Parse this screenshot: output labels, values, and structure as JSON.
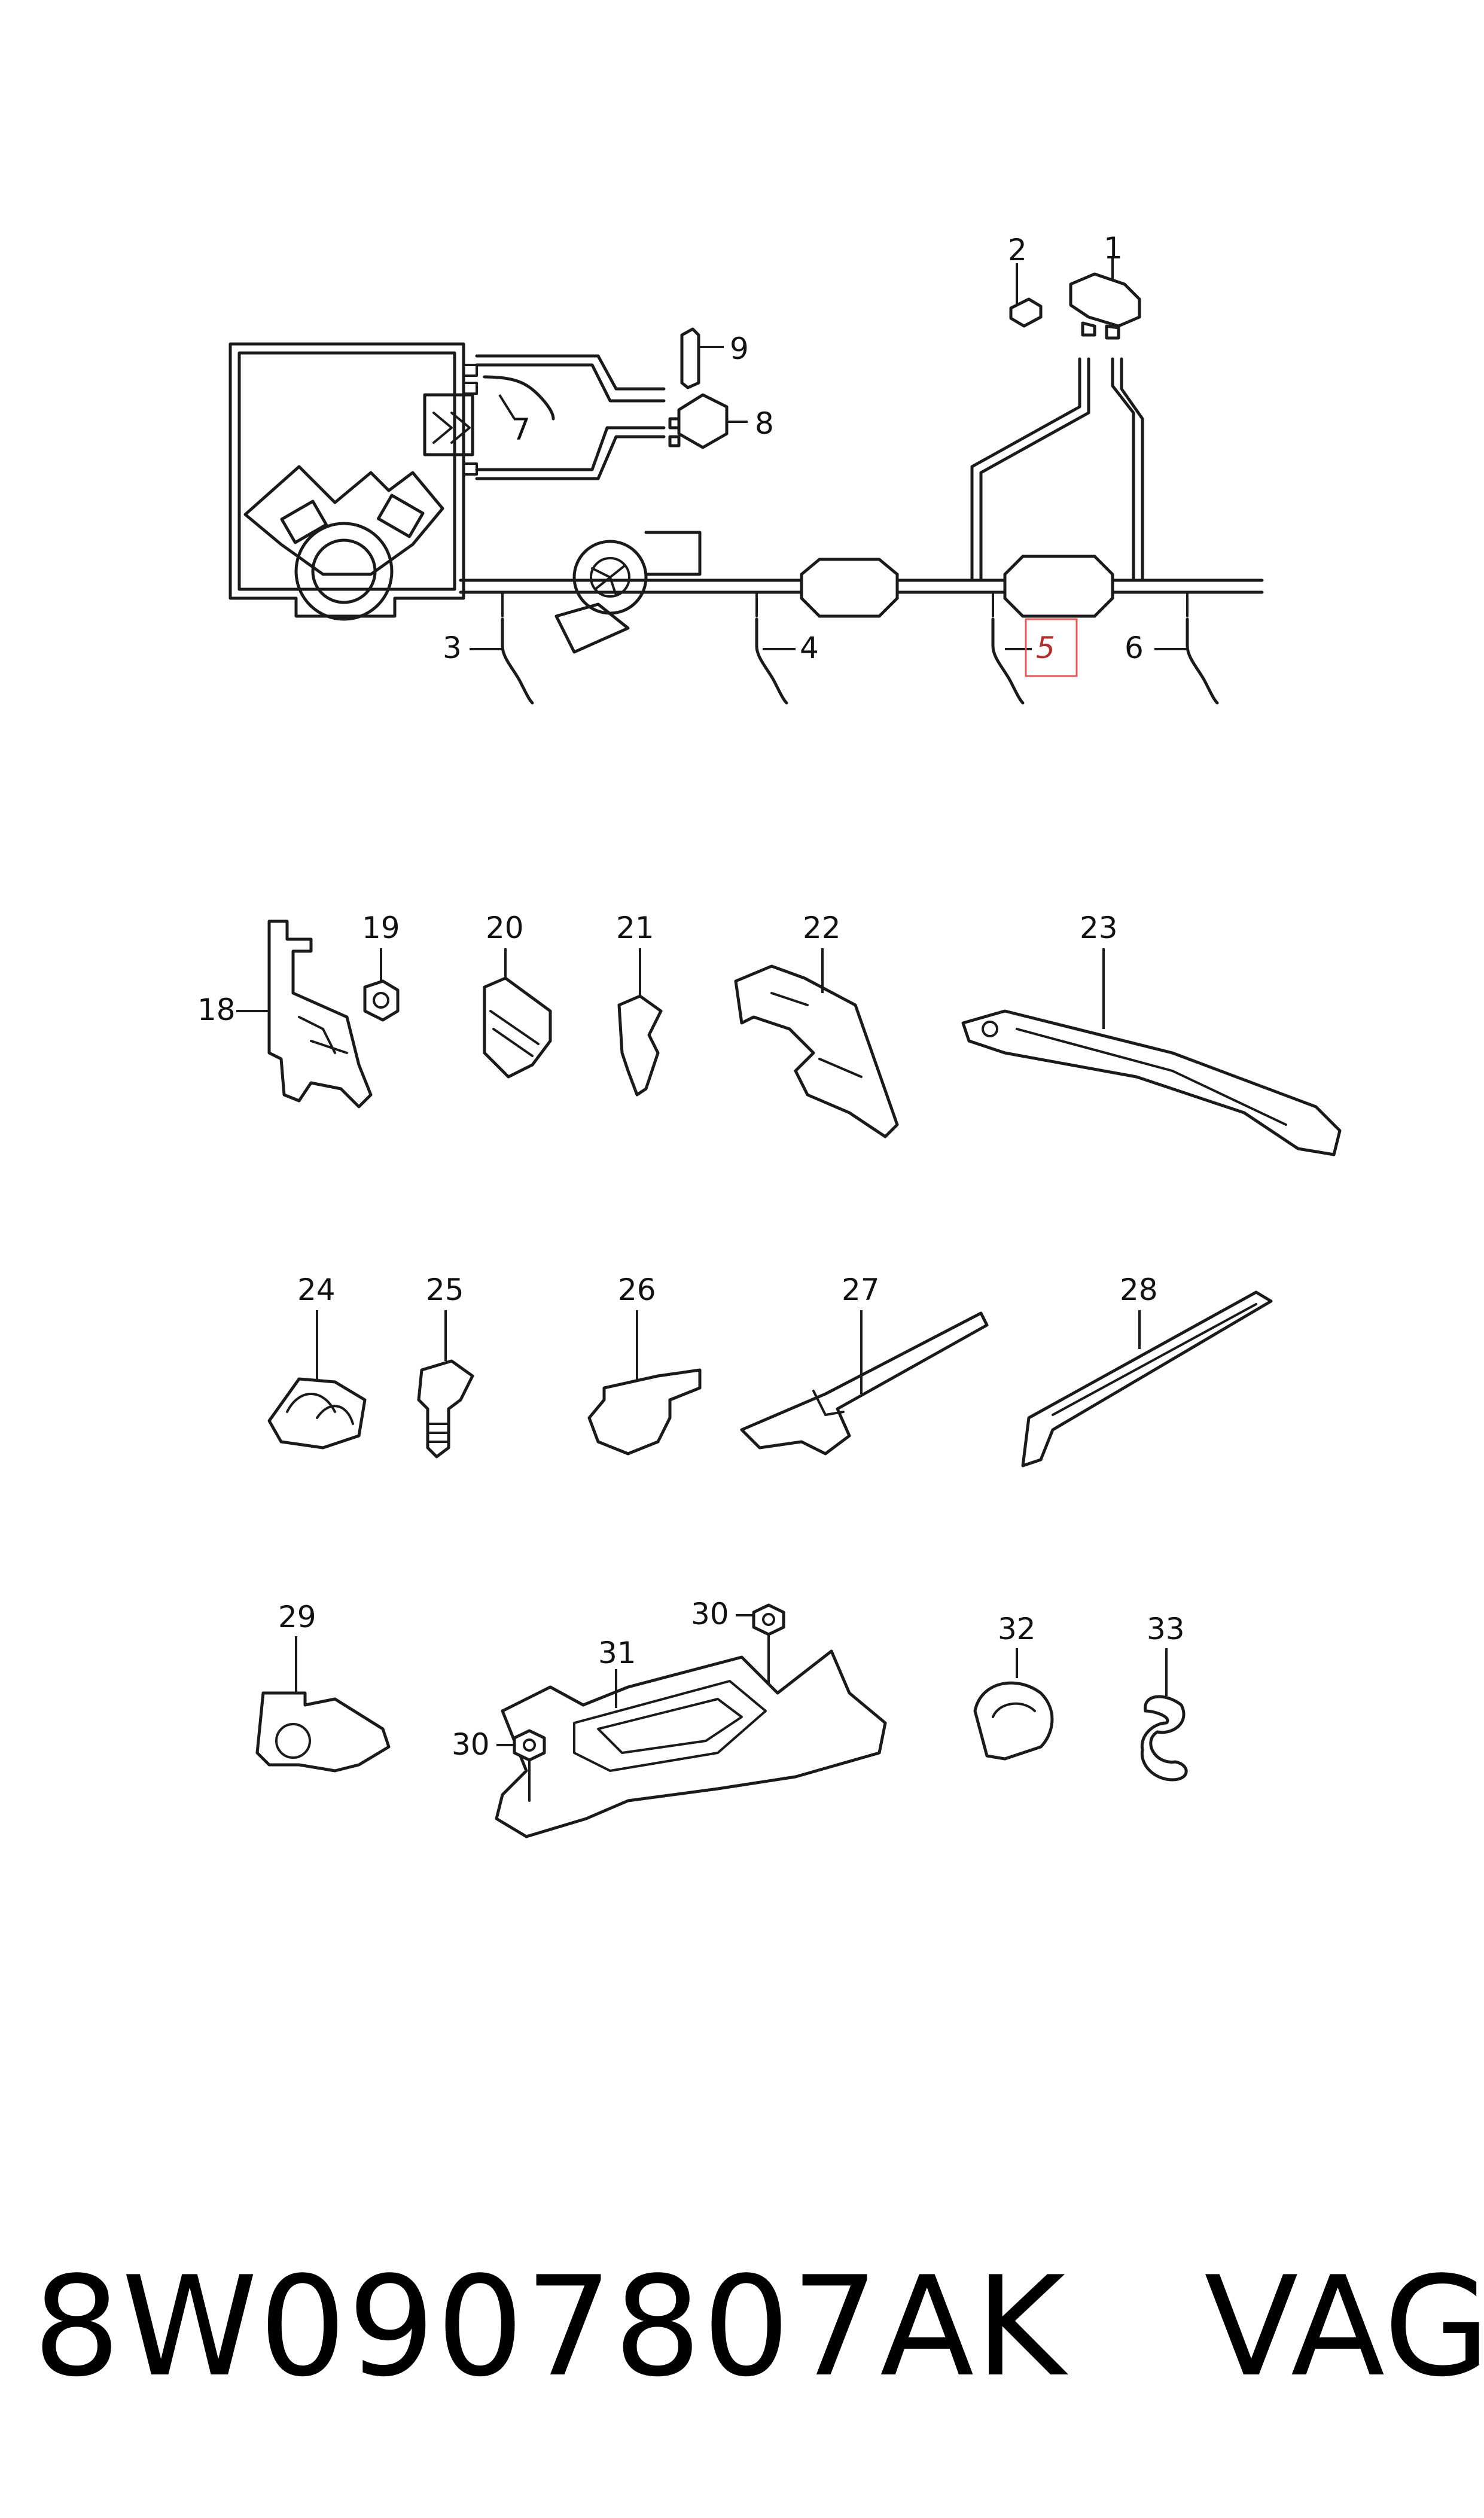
{
  "callouts": {
    "c1": "1",
    "c2": "2",
    "c3": "3",
    "c4": "4",
    "c5": "5",
    "c6": "6",
    "c7": "7",
    "c8": "8",
    "c9": "9",
    "c18": "18",
    "c19": "19",
    "c20": "20",
    "c21": "21",
    "c22": "22",
    "c23": "23",
    "c24": "24",
    "c25": "25",
    "c26": "26",
    "c27": "27",
    "c28": "28",
    "c29": "29",
    "c30a": "30",
    "c30b": "30",
    "c31": "31",
    "c32": "32",
    "c33": "33"
  },
  "highlighted_callout": "5",
  "footer": {
    "part_number": "8W0907807AK",
    "brand": "VAG"
  },
  "colors": {
    "line": "#1a1a1a",
    "highlight": "#e05a5a"
  }
}
